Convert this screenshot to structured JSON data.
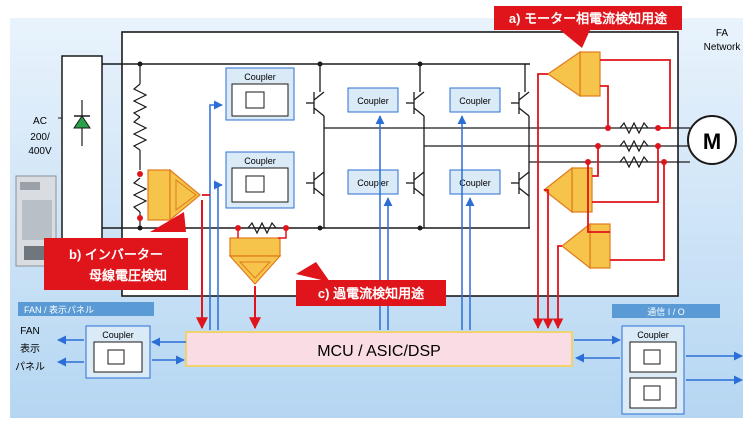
{
  "labels": {
    "fa_line1": "FA",
    "fa_line2": "Network",
    "ac_line1": "AC",
    "ac_line2": "200/",
    "ac_line3": "400V",
    "motor": "M",
    "coupler": "Coupler",
    "mcu": "MCU / ASIC/DSP",
    "fan_panel": "FAN / 表示パネル",
    "comm_io": "通信 I / O",
    "left_io_1": "FAN",
    "left_io_2": "表示",
    "left_io_3": "パネル"
  },
  "callouts": {
    "a": "a) モーター相電流検知用途",
    "b_line1": "b) インバーター",
    "b_line2": "母線電圧検知",
    "c": "c) 過電流検知用途"
  },
  "colors": {
    "background_top": "#e6f1fb",
    "background_bottom": "#b9d9f3",
    "callout_red": "#e0141b",
    "amp_fill": "#f6c34b",
    "amp_border": "#e07b1c",
    "mcu_fill": "#f9dce4",
    "coupler_fill": "#dbeaf7",
    "bus_line": "#1a1a1a",
    "signal_blue": "#2b6fd6",
    "header_blue": "#5b9bd5"
  }
}
